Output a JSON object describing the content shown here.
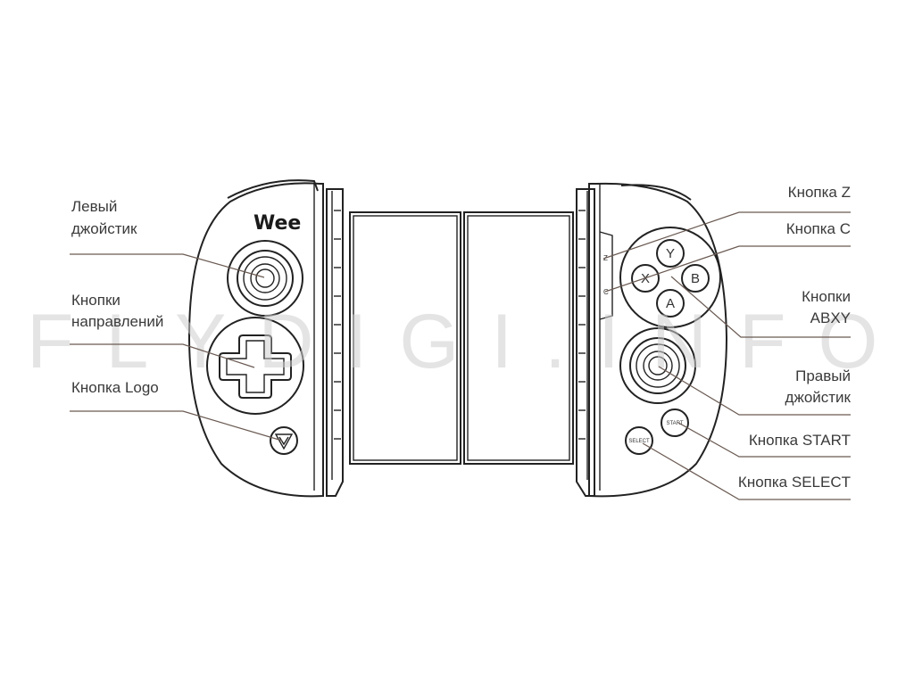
{
  "watermark": "FLYDIGI.INFO",
  "brand_logo": "Wee",
  "labels": {
    "left_stick": [
      "Левый",
      "джойстик"
    ],
    "dpad": [
      "Кнопки",
      "направлений"
    ],
    "logo_button": "Кнопка Logo",
    "z_button": "Кнопка Z",
    "c_button": "Кнопка C",
    "abxy": [
      "Кнопки",
      "ABXY"
    ],
    "right_stick": [
      "Правый",
      "джойстик"
    ],
    "start": "Кнопка START",
    "select": "Кнопка SELECT"
  },
  "buttons": {
    "y": "Y",
    "x": "X",
    "b": "B",
    "a": "A",
    "z": "Z",
    "c": "C",
    "start": "START",
    "select": "SELECT"
  },
  "colors": {
    "outline": "#222222",
    "leader": "#6a5a52",
    "label_text": "#3a3a3a",
    "watermark": "#cfcfcf"
  }
}
